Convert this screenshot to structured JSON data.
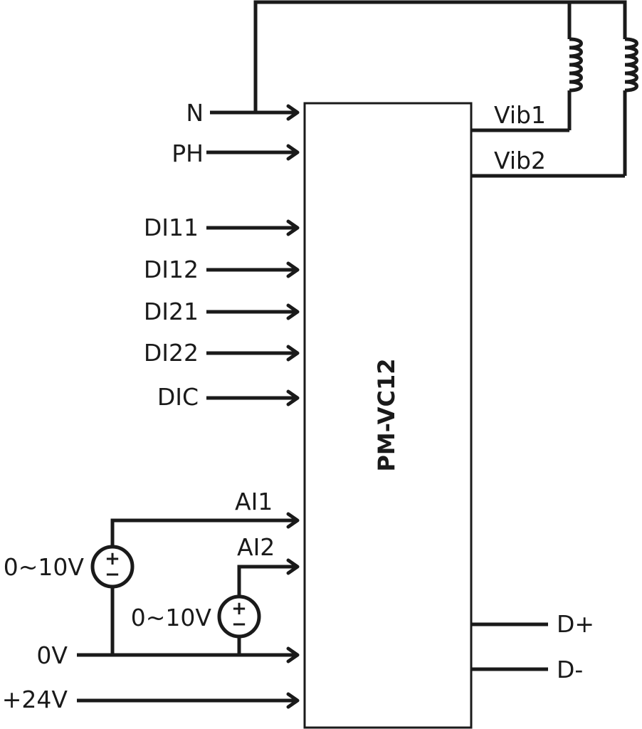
{
  "device": {
    "name": "PM-VC12"
  },
  "inputs": {
    "n": "N",
    "ph": "PH",
    "di11": "DI11",
    "di12": "DI12",
    "di21": "DI21",
    "di22": "DI22",
    "dic": "DIC",
    "ai1": "AI1",
    "ai2": "AI2",
    "zero_v": "0V",
    "plus_24v": "+24V"
  },
  "outputs": {
    "vib1": "Vib1",
    "vib2": "Vib2",
    "d_plus": "D+",
    "d_minus": "D-"
  },
  "sources": {
    "source1": {
      "label": "0~10V",
      "plus": "+",
      "minus": "−"
    },
    "source2": {
      "label": "0~10V",
      "plus": "+",
      "minus": "−"
    }
  }
}
